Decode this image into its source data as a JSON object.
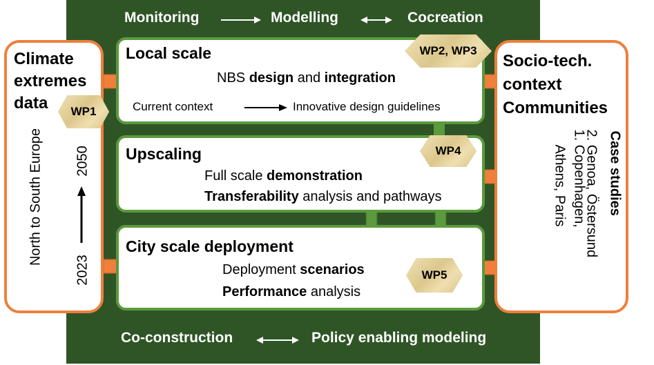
{
  "top_flow": {
    "monitoring": "Monitoring",
    "modelling": "Modelling",
    "cocreation": "Cocreation"
  },
  "bottom_flow": {
    "coconstruction": "Co-construction",
    "policy": "Policy enabling modeling"
  },
  "left_panel": {
    "title_lines": [
      "Climate",
      "extremes",
      "data"
    ],
    "wp": "WP1",
    "region_label": "North to South Europe",
    "year_start": "2023",
    "year_end": "2050"
  },
  "right_panel": {
    "title_lines": [
      "Socio-tech.",
      "context",
      "Communities"
    ],
    "case_studies_label": "Case studies",
    "case_list_1": "1. Copenhagen,",
    "case_list_1b": "Athens, Paris",
    "case_list_2": "2. Genoa, Östersund"
  },
  "local_scale": {
    "title": "Local scale",
    "wp": "WP2, WP3",
    "line_prefix": "NBS ",
    "line_bold1": "design",
    "line_mid": " and ",
    "line_bold2": "integration",
    "from": "Current context",
    "to": "Innovative design guidelines"
  },
  "upscaling": {
    "title": "Upscaling",
    "wp": "WP4",
    "line1_prefix": "Full scale ",
    "line1_bold": "demonstration",
    "line2_bold": "Transferability",
    "line2_suffix": " analysis and pathways"
  },
  "city_scale": {
    "title": "City scale deployment",
    "wp": "WP5",
    "line1_prefix": "Deployment ",
    "line1_bold": "scenarios",
    "line2_bold": "Performance",
    "line2_suffix": " analysis"
  },
  "colors": {
    "frame": "#2f5526",
    "panel_border": "#5b9a3d",
    "side_border": "#ee7f3c",
    "arrow_orange": "#ee7f3c",
    "arrow_green": "#5b9a3d",
    "wp_fill": "#e8d7a4"
  }
}
